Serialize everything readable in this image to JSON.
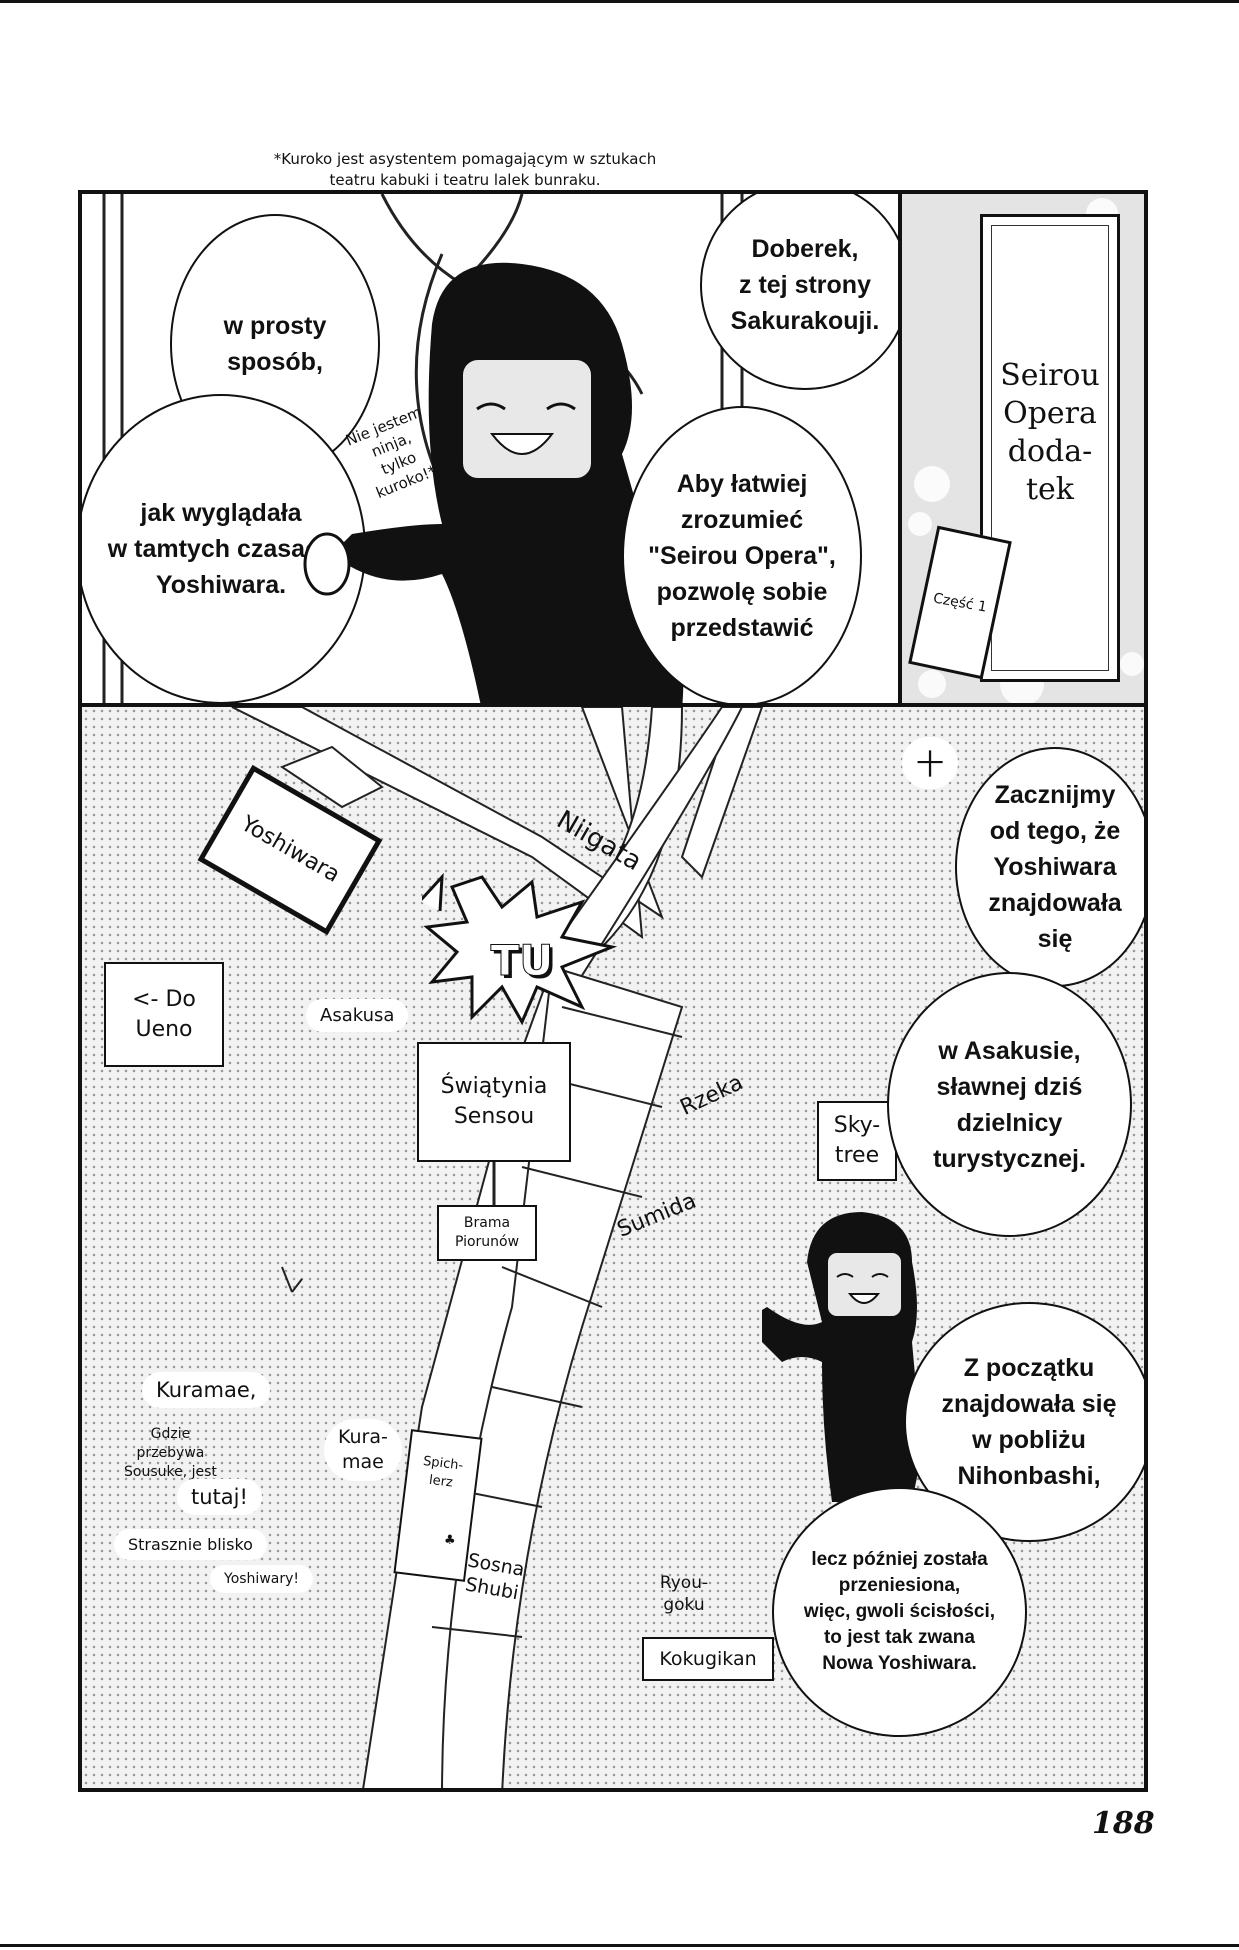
{
  "footnote": "*Kuroko jest asystentem pomagającym w sztukach teatru kabuki i teatru lalek bunraku.",
  "panel1": {
    "bubble_greeting": "Doberek,\nz tej strony\nSakurakouji.",
    "bubble_simple": "w prosty\nsposób,",
    "bubble_yoshiwara": "jak wyglądała\nw tamtych czasach\nYoshiwara.",
    "bubble_understand": "Aby łatwiej\nzrozumieć\n\"Seirou Opera\",\npozwolę sobie\nprzedstawić",
    "aside_ninja": "Nie jestem\nninja,\ntylko\nkuroko!*"
  },
  "panel2": {
    "title": "Seirou\nOpera\ndoda-\ntek",
    "part": "Część 1"
  },
  "panel3": {
    "map": {
      "yoshiwara": "Yoshiwara",
      "niigata": "Niigata",
      "tu": "TU",
      "ueno": "<- Do\nUeno",
      "asakusa": "Asakusa",
      "swiatynia": "Świątynia\nSensou",
      "brama": "Brama\nPiorunów",
      "rzeka": "Rzeka",
      "sumida": "Sumida",
      "skytree": "Sky-\ntree",
      "kuramae_title": "Kuramae,",
      "kuramae_note": "Gdzie\nprzebywa\nSousuke, jest",
      "tutaj": "tutaj!",
      "strasznie": "Strasznie blisko",
      "yoshiwary": "Yoshiwary!",
      "kuramae_map": "Kura-\nmae",
      "spichlerz": "Spich-\nlerz",
      "sosna": "Sosna\nShubi",
      "ryougoku": "Ryou-\ngoku",
      "kokugikan": "Kokugikan",
      "north_mark": "十"
    },
    "bubble_start": "Zacznijmy\nod tego, że\nYoshiwara\nznajdowała\nsię",
    "bubble_asakusa": "w Asakusie,\nsławnej dziś\ndzielnicy\nturystycznej.",
    "bubble_nihonbashi": "Z początku\nznajdowała się\nw pobliżu\nNihonbashi,",
    "bubble_moved": "lecz później została\nprzeniesiona,\nwięc, gwoli ścisłości,\nto jest tak zwana\nNowa Yoshiwara."
  },
  "page_number": "188"
}
